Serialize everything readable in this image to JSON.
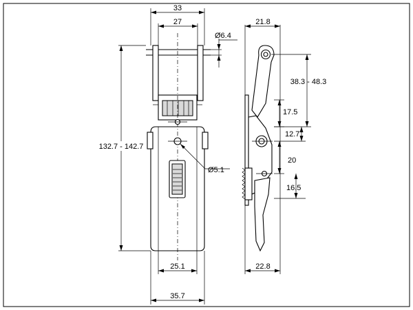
{
  "dimensions": {
    "front_top_width": "33",
    "front_inner_width": "27",
    "pin_diameter": "Ø6.4",
    "hole_diameter": "Ø5.1",
    "overall_length": "132.7 - 142.7",
    "base_inner_width": "25.1",
    "base_outer_width": "35.7",
    "side_top_depth": "21.8",
    "side_reach": "38.3 - 48.3",
    "side_17_5": "17.5",
    "side_12_7": "12.7",
    "side_20": "20",
    "side_16_5": "16.5",
    "side_base_depth": "22.8"
  }
}
